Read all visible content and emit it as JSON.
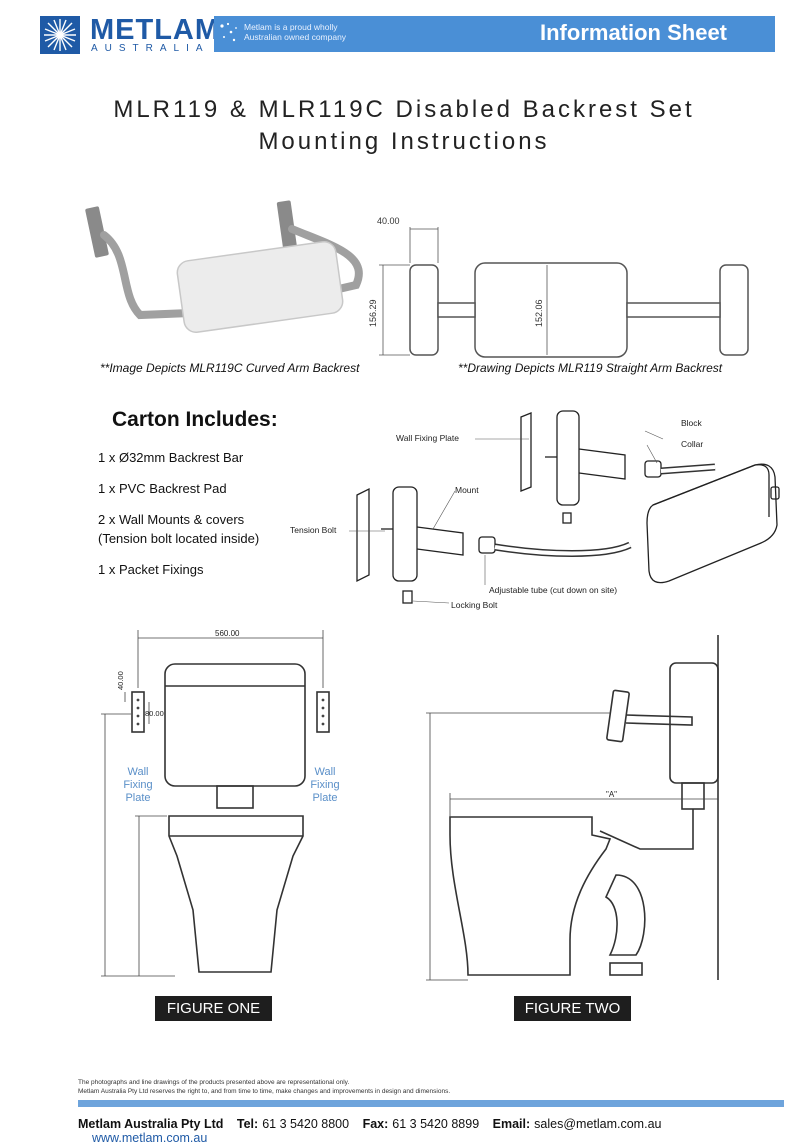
{
  "header": {
    "brand_name": "METLAM",
    "brand_sub": "AUSTRALIA",
    "tagline_1": "Metlam is a proud wholly",
    "tagline_2": "Australian owned company",
    "sheet_title": "Information Sheet"
  },
  "title": {
    "line1": "MLR119 & MLR119C Disabled Backrest Set",
    "line2": "Mounting Instructions"
  },
  "captions": {
    "left": "**Image Depicts MLR119C Curved Arm Backrest",
    "right": "**Drawing Depicts MLR119 Straight Arm Backrest"
  },
  "drawing_dims": {
    "width": "40.00",
    "height_outer": "156.29",
    "height_pad": "152.06"
  },
  "carton": {
    "heading": "Carton Includes:",
    "items": [
      "1 x Ø32mm Backrest Bar",
      "1 x PVC Backrest Pad",
      "2 x Wall Mounts & covers",
      "(Tension bolt located inside)",
      "1 x Packet Fixings"
    ]
  },
  "exploded": {
    "wall_fixing_plate": "Wall Fixing Plate",
    "block": "Block",
    "collar": "Collar",
    "mount": "Mount",
    "tension_bolt": "Tension Bolt",
    "adjustable_tube": "Adjustable tube (cut down on site)",
    "locking_bolt": "Locking Bolt"
  },
  "figure_one": {
    "dim_width": "560.00",
    "dim_top": "40.00",
    "dim_plate": "80.00",
    "plate_label_left": [
      "Wall",
      "Fixing",
      "Plate"
    ],
    "plate_label_right": [
      "Wall",
      "Fixing",
      "Plate"
    ],
    "label": "FIGURE ONE"
  },
  "figure_two": {
    "dim_a": "\"A\"",
    "label": "FIGURE TWO"
  },
  "disclaimer": {
    "line1": "The photographs and line drawings of the products presented above are representational only.",
    "line2": "Metlam Australia Pty Ltd reserves the right to, and from time to time, make changes and improvements in design and dimensions."
  },
  "footer": {
    "company": "Metlam Australia Pty Ltd",
    "tel_label": "Tel:",
    "tel": "61 3 5420 8800",
    "fax_label": "Fax:",
    "fax": "61 3 5420 8899",
    "email_label": "Email:",
    "email": "sales@metlam.com.au",
    "web": "www.metlam.com.au"
  },
  "colors": {
    "brand_blue": "#1f5aa6",
    "header_bar": "#4a8fd6",
    "footer_bar": "#6ea4dc",
    "figure_label_bg": "#1e1e1e"
  }
}
